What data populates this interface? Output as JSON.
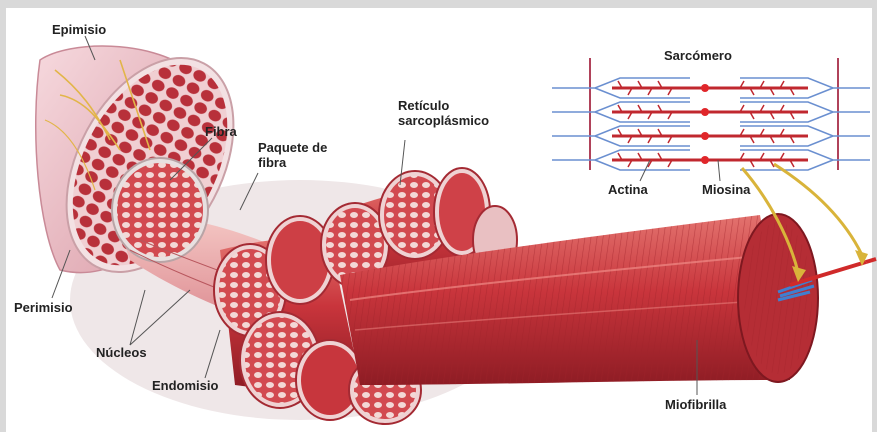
{
  "labels": {
    "epimisio": "Epimisio",
    "fibra": "Fibra",
    "paquete": "Paquete de fibra",
    "reticulo": "Retículo sarcoplásmico",
    "sarcomero": "Sarcómero",
    "actina": "Actina",
    "miosina": "Miosina",
    "perimisio": "Perimisio",
    "nucleos": "Núcleos",
    "endomisio": "Endomisio",
    "miofibrilla": "Miofibrilla"
  },
  "colors": {
    "muscle_red": "#c9353c",
    "muscle_dark": "#8e1c24",
    "muscle_light": "#e88f8c",
    "sheath_pink": "#f1c7cc",
    "actin_blue": "#6a8fd0",
    "myosin_red": "#c0282f",
    "arrow_yellow": "#d9b43a"
  }
}
